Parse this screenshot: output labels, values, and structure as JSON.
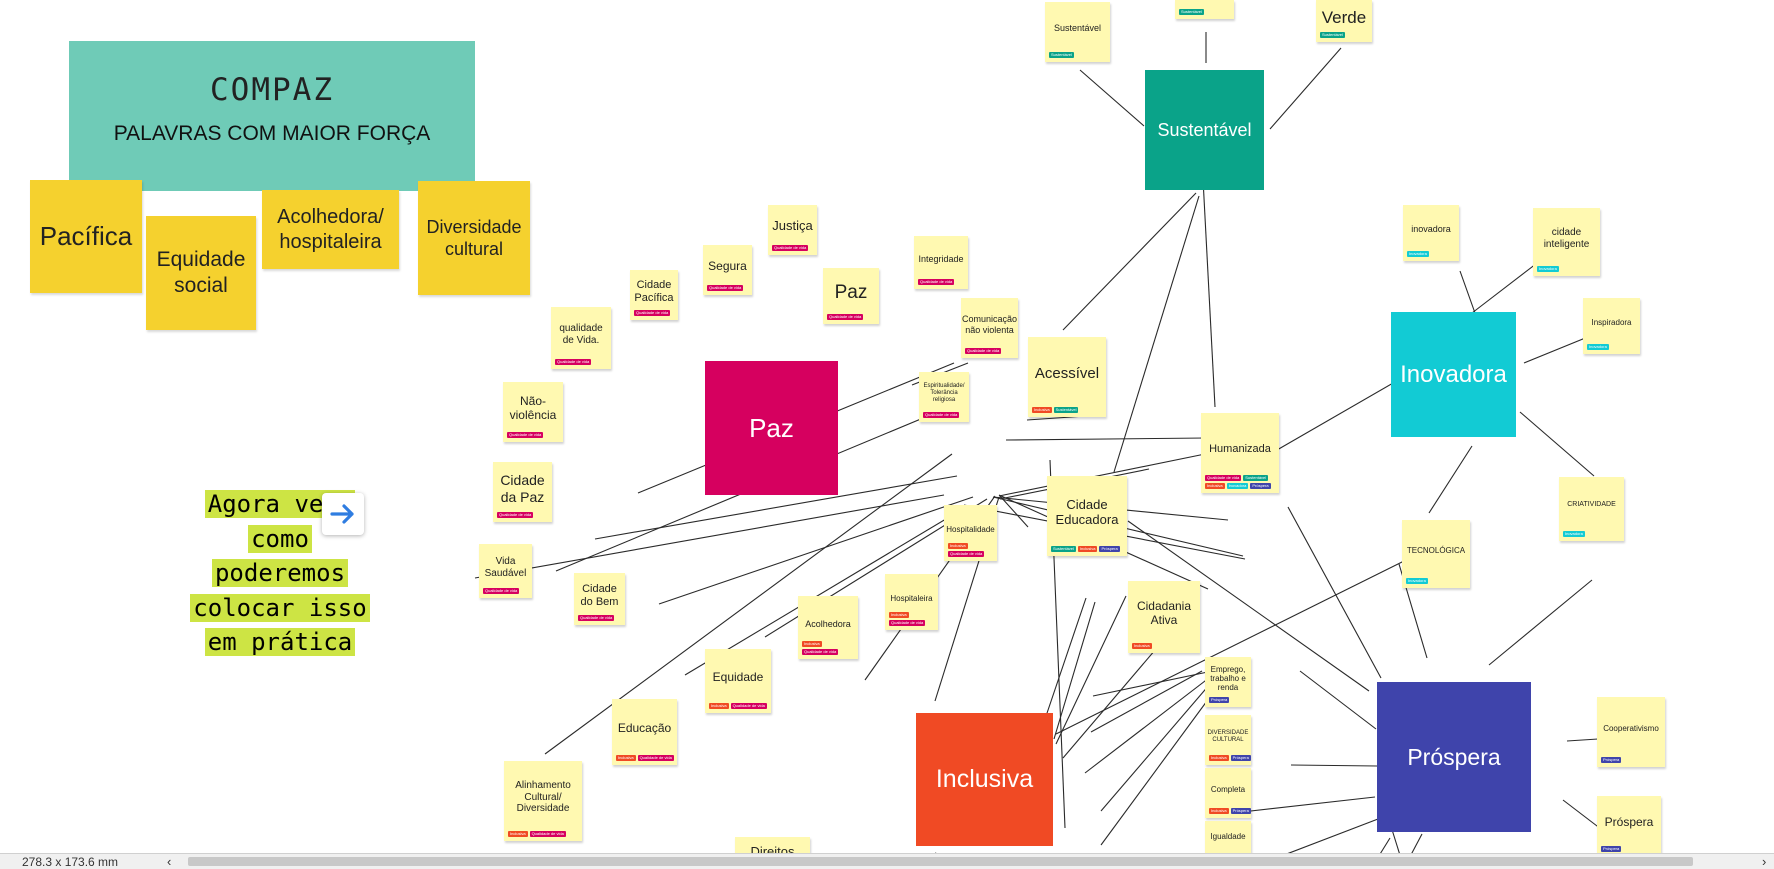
{
  "title_card": {
    "title": "COMPAZ",
    "subtitle": "PALAVRAS COM MAIOR FORÇA"
  },
  "keywords": [
    "Pacífica",
    "Equidade social",
    "Acolhedora/ hospitaleira",
    "Diversidade cultural"
  ],
  "note": {
    "lines": [
      "Agora veja",
      "como",
      "poderemos",
      "colocar isso",
      "em prática"
    ],
    "button_icon": "arrow-right-icon"
  },
  "colors": {
    "paz": "#d6005f",
    "inclusiva": "#f04a24",
    "prospera": "#3f44ab",
    "inovadora": "#12cbd4",
    "sustentavel": "#0aa389",
    "sticky": "#fff9b1",
    "keyword_sticky": "#f5d12e",
    "title_card": "#6fcbb7",
    "note_highlight": "#cde444"
  },
  "tag_colors": {
    "Qualidade de vida": "#d6005f",
    "Sustentável": "#0aa389",
    "Inclusiva": "#f04a24",
    "Próspera": "#3f44ab",
    "Inovadora": "#12cbd4"
  },
  "diagram": {
    "hubs": [
      {
        "id": "paz",
        "label": "Paz"
      },
      {
        "id": "inclusiva",
        "label": "Inclusiva"
      },
      {
        "id": "prospera",
        "label": "Próspera"
      },
      {
        "id": "inovadora",
        "label": "Inovadora"
      },
      {
        "id": "sustentavel",
        "label": "Sustentável"
      }
    ],
    "notes": [
      {
        "id": "justica",
        "label": "Justiça",
        "tags": [
          "Qualidade de vida"
        ]
      },
      {
        "id": "segura",
        "label": "Segura",
        "tags": [
          "Qualidade de vida"
        ]
      },
      {
        "id": "cidade-pacifica",
        "label": "Cidade Pacífica",
        "tags": [
          "Qualidade de vida"
        ]
      },
      {
        "id": "qualidade-vida",
        "label": "qualidade de Vida.",
        "tags": [
          "Qualidade de vida"
        ]
      },
      {
        "id": "nao-violencia",
        "label": "Não-violência",
        "tags": [
          "Qualidade de vida"
        ]
      },
      {
        "id": "cidade-paz",
        "label": "Cidade da Paz",
        "tags": [
          "Qualidade de vida"
        ]
      },
      {
        "id": "vida-saudavel",
        "label": "Vida Saudável",
        "tags": [
          "Qualidade de vida"
        ]
      },
      {
        "id": "cidade-bem",
        "label": "Cidade do Bem",
        "tags": [
          "Qualidade de vida"
        ]
      },
      {
        "id": "paz-note",
        "label": "Paz",
        "tags": [
          "Qualidade de vida"
        ]
      },
      {
        "id": "integridade",
        "label": "Integridade",
        "tags": [
          "Qualidade de vida"
        ]
      },
      {
        "id": "comunicacao",
        "label": "Comunicação não violenta",
        "tags": [
          "Qualidade de vida"
        ]
      },
      {
        "id": "espiritualidade",
        "label": "Espiritualidade/ Tolerância religiosa",
        "tags": [
          "Qualidade de vida"
        ]
      },
      {
        "id": "hospitalidade",
        "label": "Hospitalidade",
        "tags": [
          "Inclusiva",
          "Qualidade de vida"
        ]
      },
      {
        "id": "hospitaleira",
        "label": "Hospitaleira",
        "tags": [
          "Inclusiva",
          "Qualidade de vida"
        ]
      },
      {
        "id": "acolhedora",
        "label": "Acolhedora",
        "tags": [
          "Inclusiva",
          "Qualidade de vida"
        ]
      },
      {
        "id": "equidade",
        "label": "Equidade",
        "tags": [
          "Inclusiva",
          "Qualidade de vida"
        ]
      },
      {
        "id": "educacao",
        "label": "Educação",
        "tags": [
          "Inclusiva",
          "Qualidade de vida"
        ]
      },
      {
        "id": "alinhamento",
        "label": "Alinhamento Cultural/ Diversidade",
        "tags": [
          "Inclusiva",
          "Qualidade de vida"
        ]
      },
      {
        "id": "direitos",
        "label": "Direitos",
        "tags": []
      },
      {
        "id": "acessivel",
        "label": "Acessível",
        "tags": [
          "Inclusiva",
          "Sustentável"
        ]
      },
      {
        "id": "cidade-educadora",
        "label": "Cidade Educadora",
        "tags": [
          "Sustentável",
          "Inclusiva",
          "Próspera"
        ]
      },
      {
        "id": "cidadania-ativa",
        "label": "Cidadania Ativa",
        "tags": [
          "Inclusiva"
        ]
      },
      {
        "id": "humanizada",
        "label": "Humanizada",
        "tags": [
          "Qualidade de vida",
          "Sustentável",
          "Inclusiva",
          "Inovadora",
          "Próspera"
        ]
      },
      {
        "id": "emprego",
        "label": "Emprego, trabalho e renda",
        "tags": [
          "Próspera"
        ]
      },
      {
        "id": "diversidade-cultural",
        "label": "DIVERSIDADE CULTURAL",
        "tags": [
          "Inclusiva",
          "Próspera"
        ]
      },
      {
        "id": "completa",
        "label": "Completa",
        "tags": [
          "Inclusiva",
          "Próspera"
        ]
      },
      {
        "id": "igualdade",
        "label": "Igualdade",
        "tags": []
      },
      {
        "id": "tecnologica",
        "label": "TECNOLÓGICA",
        "tags": [
          "Inovadora"
        ]
      },
      {
        "id": "criatividade",
        "label": "CRIATIVIDADE",
        "tags": [
          "Inovadora"
        ]
      },
      {
        "id": "inovadora-note",
        "label": "inovadora",
        "tags": [
          "Inovadora"
        ]
      },
      {
        "id": "cidade-inteligente",
        "label": "cidade inteligente",
        "tags": [
          "Inovadora"
        ]
      },
      {
        "id": "inspiradora",
        "label": "Inspiradora",
        "tags": [
          "Inovadora"
        ]
      },
      {
        "id": "cooperativismo",
        "label": "Cooperativismo",
        "tags": [
          "Próspera"
        ]
      },
      {
        "id": "prospera-note",
        "label": "Próspera",
        "tags": [
          "Próspera"
        ]
      },
      {
        "id": "sustentavel-note",
        "label": "Sustentável",
        "tags": [
          "Sustentável"
        ]
      },
      {
        "id": "verde",
        "label": "Verde",
        "tags": [
          "Sustentável"
        ]
      },
      {
        "id": "top-note",
        "label": "",
        "tags": [
          "Sustentável"
        ]
      }
    ]
  },
  "status_bar": {
    "dimensions": "278.3 x 173.6 mm",
    "scroll_left": "‹",
    "scroll_right": "›"
  }
}
